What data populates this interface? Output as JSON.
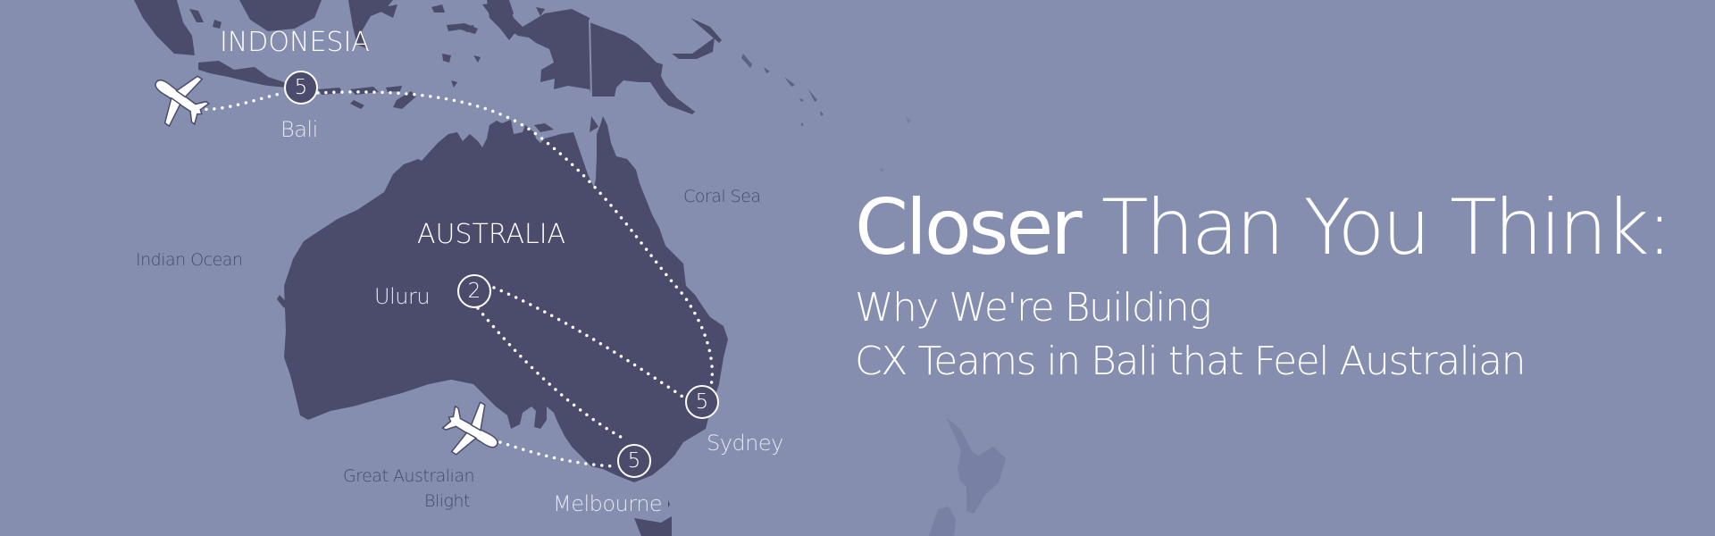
{
  "colors": {
    "ocean": "#858EAE",
    "land": "#4B4C6B",
    "land_faint": "#7880A3",
    "route": "#FFFFFF",
    "text_light": "#FFFFFF",
    "text_sea": "#454A6A"
  },
  "map": {
    "countries": [
      {
        "id": "indonesia",
        "label": "INDONESIA"
      },
      {
        "id": "australia",
        "label": "AUSTRALIA"
      }
    ],
    "seas": [
      {
        "id": "indian-ocean",
        "label": "Indian Ocean"
      },
      {
        "id": "coral-sea",
        "label": "Coral Sea"
      },
      {
        "id": "great-australian-bight",
        "label_line1": "Great Australian",
        "label_line2": "Blight"
      }
    ],
    "cities": [
      {
        "id": "bali",
        "label": "Bali",
        "marker": "5"
      },
      {
        "id": "uluru",
        "label": "Uluru",
        "marker": "2"
      },
      {
        "id": "sydney",
        "label": "Sydney",
        "marker": "5"
      },
      {
        "id": "melbourne",
        "label": "Melbourne",
        "marker": "5"
      }
    ],
    "icons": [
      "airplane-icon",
      "airplane-icon"
    ]
  },
  "headline": {
    "title_strong": "Closer",
    "title_light": "Than You Think:",
    "subtitle_line1": "Why We're Building",
    "subtitle_line2": "CX Teams in Bali that Feel Australian"
  }
}
